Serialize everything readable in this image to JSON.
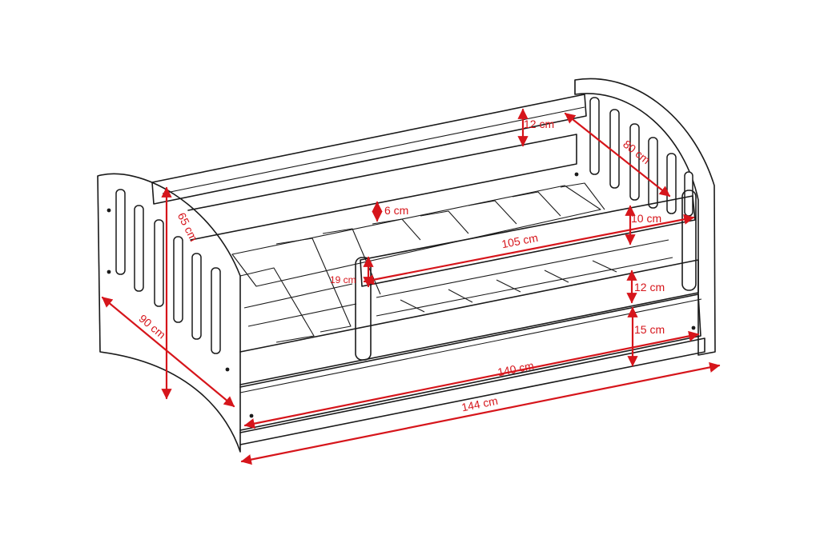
{
  "dimensions": {
    "length_total": "144 cm",
    "length_drawer": "140 cm",
    "width_total": "90 cm",
    "height_total": "65 cm",
    "mattress_length": "105 cm",
    "mattress_width": "80 cm",
    "back_rail": "12 cm",
    "mattress_gap": "6 cm",
    "guard_rail": "10 cm",
    "guard_height": "19 cm",
    "front_panel": "12 cm",
    "drawer_height": "15 cm"
  },
  "colors": {
    "dimension": "#d6151b",
    "outline": "#1a1a1a"
  }
}
